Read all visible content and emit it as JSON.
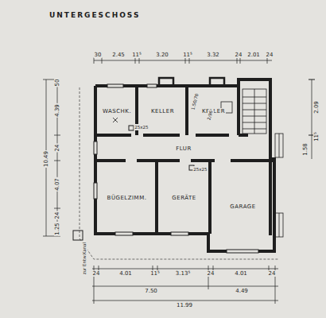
{
  "diagram": {
    "title": "UNTERGESCHOSS",
    "nodes": [
      {
        "text": [
          "WASCHK."
        ]
      },
      {
        "text": [
          "KELLER"
        ]
      },
      {
        "text": [
          "KELLER"
        ]
      },
      {
        "text": [
          "FLUR"
        ]
      },
      {
        "text": [
          "BÜGELZIMM."
        ]
      },
      {
        "text": [
          "GERÄTE"
        ]
      },
      {
        "text": [
          "GARAGE"
        ]
      }
    ],
    "labels": [
      "30",
      "2.45",
      "11⁵",
      "3.20",
      "11⁵",
      "3.32",
      "24",
      "2.01",
      "24",
      "50",
      "4.39",
      "24",
      "4.07",
      "24",
      "1.25",
      "10.49",
      "24",
      "4.01",
      "11⁵",
      "3.13⁵",
      "24",
      "4.01",
      "24",
      "7.50",
      "4.49",
      "11.99",
      "2.09",
      "11⁵",
      "1.58",
      "25x25",
      "25x25",
      "1.50/70",
      "2/96",
      "zur Entw.Kanal"
    ]
  }
}
